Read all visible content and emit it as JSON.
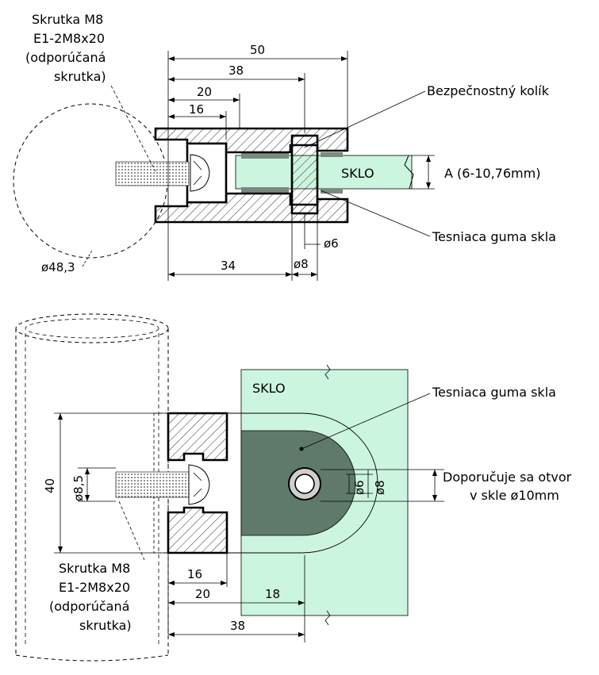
{
  "top_view": {
    "screw_label": [
      "Skrutka M8",
      "E1-2M8x20",
      "(odporúčaná",
      "skrutka)"
    ],
    "pin_label": "Bezpečnostný kolík",
    "glass_label": "SKLO",
    "glass_thickness_label": "A (6-10,76mm)",
    "gasket_label": "Tesniaca guma skla",
    "tube_diameter": "ø48,3",
    "dims": {
      "d50": "50",
      "d38": "38",
      "d20": "20",
      "d16": "16",
      "d34": "34",
      "d8": "ø8",
      "d6": "ø6"
    }
  },
  "bottom_view": {
    "glass_label": "SKLO",
    "gasket_label": "Tesniaca guma skla",
    "hole_label": [
      "Doporučuje sa otvor",
      "v skle ø10mm"
    ],
    "screw_label": [
      "Skrutka M8",
      "E1-2M8x20",
      "(odporúčaná",
      "skrutka)"
    ],
    "dims": {
      "d40": "40",
      "d85": "ø8,5",
      "d16": "16",
      "d20": "20",
      "d18": "18",
      "d38": "38",
      "d6": "ø6",
      "d8": "ø8"
    }
  },
  "colors": {
    "glass": "#ccf5e0",
    "gasket": "#5f7a6a",
    "line": "#000000"
  }
}
